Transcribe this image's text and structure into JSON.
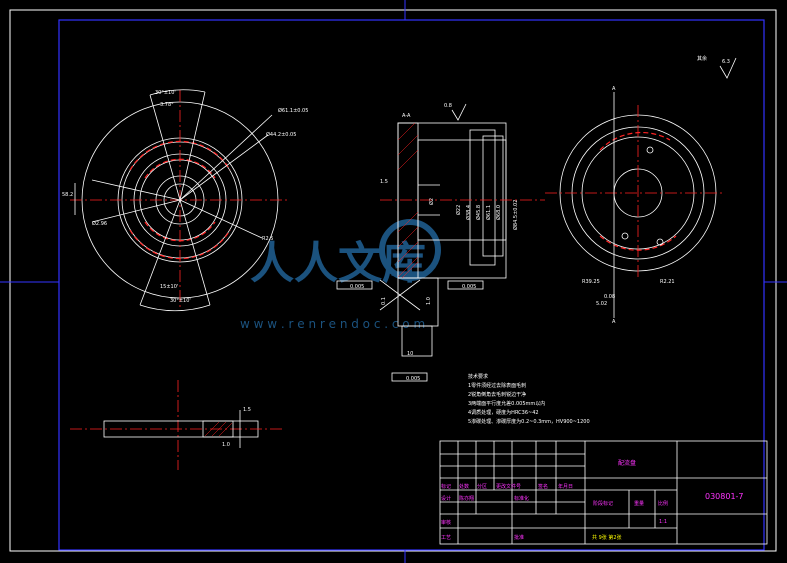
{
  "watermark": {
    "logo_text": "人人文库",
    "url": "w w w . r e n r e n d o c . c o m"
  },
  "roughness": {
    "label": "其余",
    "value": "6.3",
    "hole_value": "0.8"
  },
  "front_view": {
    "angle_top": "30°±10'",
    "angle_top2": "3.78°",
    "angle_bottom": "15±10'",
    "angle_bottom2": "30°±10'",
    "dia1": "Ø61.1±0.05",
    "dia2": "Ø44.2±0.05",
    "dia3": "Ø2.96",
    "left_dim1": "58.2",
    "left_dim2": "R2.5",
    "r_label": "R2.5"
  },
  "section_view": {
    "title": "A-A",
    "dim_left": "1.5",
    "dim_mid": "Ø2",
    "dim_v1": "Ø22",
    "dim_v2": "Ø38.4",
    "dim_v3": "Ø45.8",
    "dim_v4": "Ø61.1",
    "dim_v5": "Ø68.0",
    "dim_v6": "Ø84.5±0.02",
    "tol_left": "0.005",
    "tol_right": "0.005",
    "dim_bot1": "0.1",
    "dim_bot2": "1.0",
    "dim_bot3": "10",
    "tol_bottom": "0.005"
  },
  "right_view": {
    "a_top": "A",
    "a_bot": "A",
    "r1": "R39.25",
    "r2": "R2.21",
    "d1": "5.02",
    "d2": "0.08"
  },
  "side_view": {
    "dim1": "1.5",
    "dim2": "1.0"
  },
  "tech_notes": {
    "title": "技术要求",
    "lines": [
      "1零件须经过去除表面毛刺",
      "2锐角倒角去毛刺锐边干净",
      "3两端面平行度允差0.005mm以内",
      "4调质处理，硬度为HRC36~42",
      "5渗碳处理、渗碳厚度为0.2~0.3mm，HV900~1200"
    ]
  },
  "title_block": {
    "part_name": "配流盘",
    "drawing_no": "030801-7",
    "headers": [
      "标记",
      "处数",
      "分区",
      "更改文件号",
      "签名",
      "年月日"
    ],
    "row_design": [
      "设计",
      "陈亦翔",
      "标准化"
    ],
    "stage_label": "阶段标记",
    "weight_label": "重量",
    "scale_label": "比例",
    "scale_value": "1:1",
    "review": "审核",
    "process": "工艺",
    "approve": "批准",
    "sheets": "共 9张 第2张"
  }
}
